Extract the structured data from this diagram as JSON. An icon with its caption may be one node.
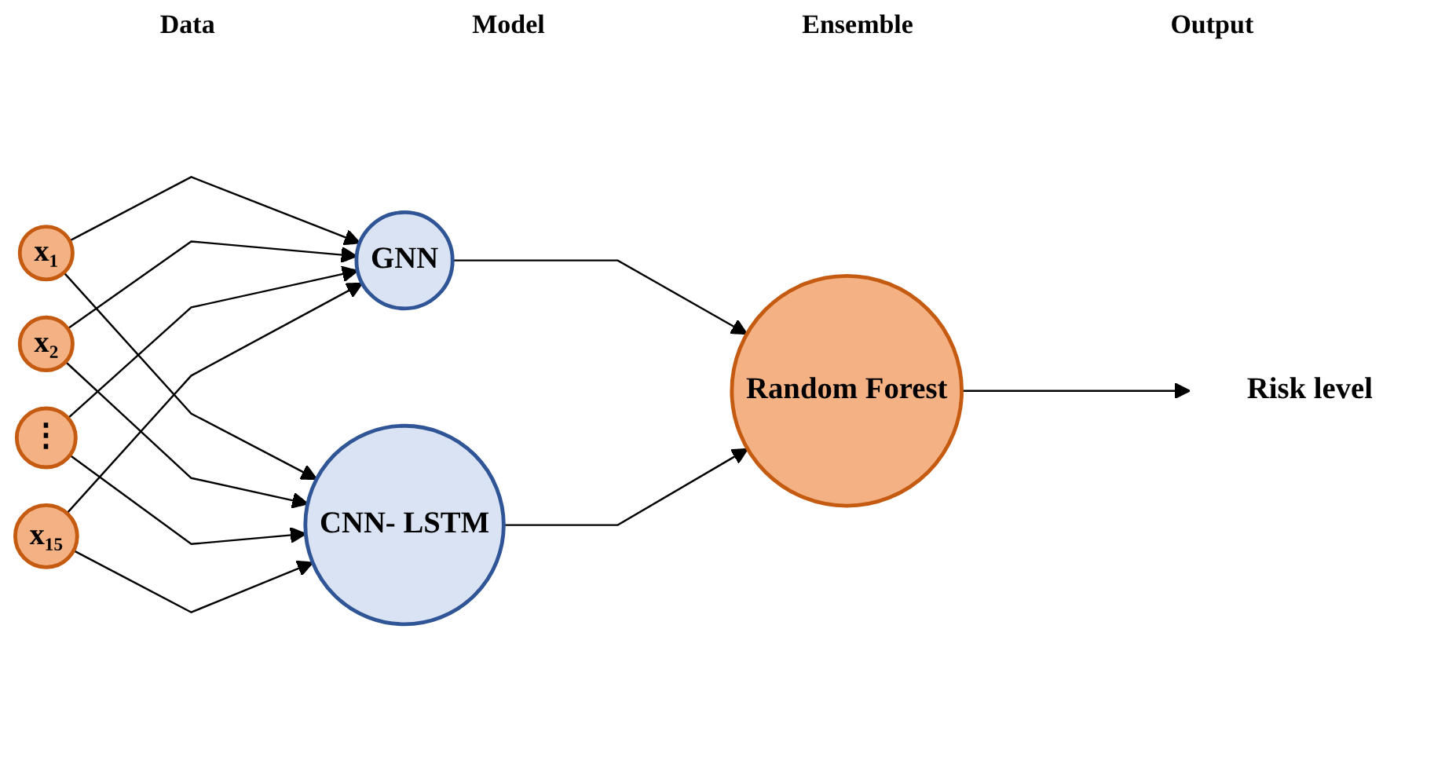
{
  "diagram": {
    "nodes": [
      {
        "text": [
          "x₁"
        ]
      },
      {
        "text": [
          "x₂"
        ]
      },
      {
        "text": [
          "⋮"
        ]
      },
      {
        "text": [
          "x₁₅"
        ]
      },
      {
        "text": [
          "GNN"
        ]
      },
      {
        "text": [
          "CNN- LSTM"
        ]
      },
      {
        "text": [
          "Random Forest"
        ]
      },
      {
        "text": [
          "Risk level"
        ]
      }
    ],
    "edges": [
      {
        "from": 0,
        "to": 4,
        "arrow": "to"
      },
      {
        "from": 0,
        "to": 5,
        "arrow": "to"
      },
      {
        "from": 1,
        "to": 4,
        "arrow": "to"
      },
      {
        "from": 1,
        "to": 5,
        "arrow": "to"
      },
      {
        "from": 2,
        "to": 4,
        "arrow": "to"
      },
      {
        "from": 2,
        "to": 5,
        "arrow": "to"
      },
      {
        "from": 3,
        "to": 4,
        "arrow": "to"
      },
      {
        "from": 3,
        "to": 5,
        "arrow": "to"
      },
      {
        "from": 4,
        "to": 6,
        "arrow": "to"
      },
      {
        "from": 5,
        "to": 6,
        "arrow": "to"
      },
      {
        "from": 6,
        "to": 7,
        "arrow": "to"
      }
    ],
    "labels": [
      "Data",
      "Model",
      "Ensemble",
      "Output"
    ]
  }
}
